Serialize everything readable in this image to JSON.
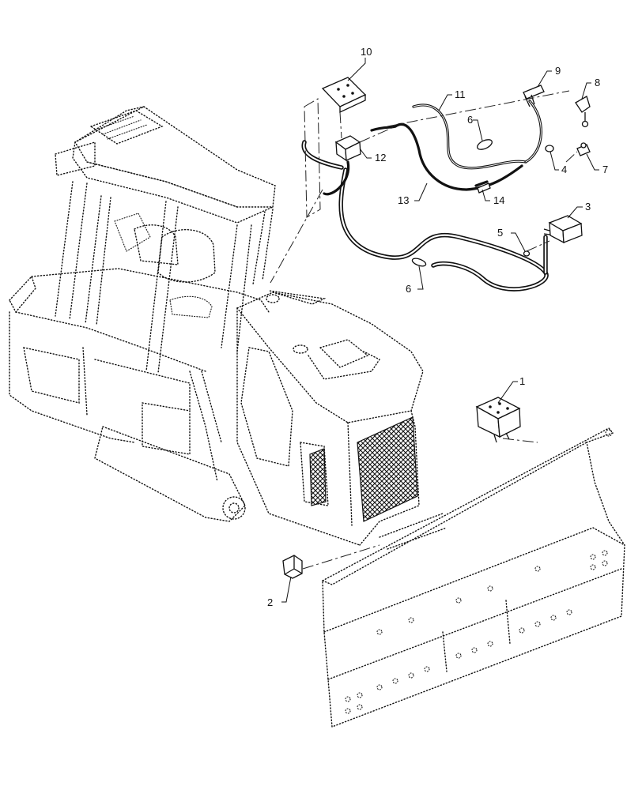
{
  "diagram": {
    "callouts": [
      {
        "id": "c1",
        "label": "1"
      },
      {
        "id": "c2",
        "label": "2"
      },
      {
        "id": "c3",
        "label": "3"
      },
      {
        "id": "c4",
        "label": "4"
      },
      {
        "id": "c5",
        "label": "5"
      },
      {
        "id": "c6a",
        "label": "6"
      },
      {
        "id": "c6b",
        "label": "6"
      },
      {
        "id": "c7",
        "label": "7"
      },
      {
        "id": "c8",
        "label": "8"
      },
      {
        "id": "c9",
        "label": "9"
      },
      {
        "id": "c10",
        "label": "10"
      },
      {
        "id": "c11",
        "label": "11"
      },
      {
        "id": "c12",
        "label": "12"
      },
      {
        "id": "c13",
        "label": "13"
      },
      {
        "id": "c14",
        "label": "14"
      }
    ]
  }
}
